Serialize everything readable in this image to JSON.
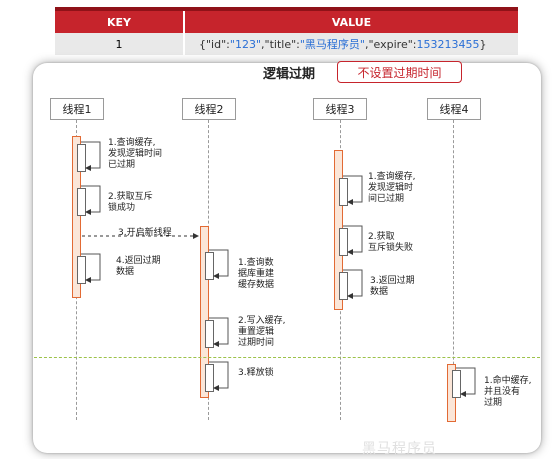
{
  "table": {
    "headers": [
      "KEY",
      "VALUE"
    ],
    "row": {
      "key": "1",
      "value_parts": [
        {
          "t": "{",
          "c": "p"
        },
        {
          "t": "\"id\"",
          "c": "k"
        },
        {
          "t": ":",
          "c": "p"
        },
        {
          "t": "\"123\"",
          "c": "v"
        },
        {
          "t": ",",
          "c": "p"
        },
        {
          "t": "\"title\"",
          "c": "k"
        },
        {
          "t": ":",
          "c": "p"
        },
        {
          "t": "\"黑马程序员\"",
          "c": "v"
        },
        {
          "t": ",",
          "c": "p"
        },
        {
          "t": "\"expire\"",
          "c": "k"
        },
        {
          "t": ":",
          "c": "p"
        },
        {
          "t": "153213455",
          "c": "v"
        },
        {
          "t": "}",
          "c": "p"
        }
      ]
    }
  },
  "diagram": {
    "title": "逻辑过期",
    "badge": "不设置过期时间",
    "threads": [
      "线程1",
      "线程2",
      "线程3",
      "线程4"
    ],
    "steps": {
      "t1": [
        "1.查询缓存,\n发现逻辑时间\n已过期",
        "2.获取互斥\n锁成功",
        "3.开启新线程",
        "4.返回过期\n数据"
      ],
      "t2": [
        "1.查询数\n据库重建\n缓存数据",
        "2.写入缓存,\n重置逻辑\n过期时间",
        "3.释放锁"
      ],
      "t3": [
        "1.查询缓存,\n发现逻辑时\n间已过期",
        "2.获取\n互斥锁失败",
        "3.返回过期\n数据"
      ],
      "t4": [
        "1.命中缓存,\n并且没有\n过期"
      ]
    },
    "watermark": "黑马程序员"
  }
}
